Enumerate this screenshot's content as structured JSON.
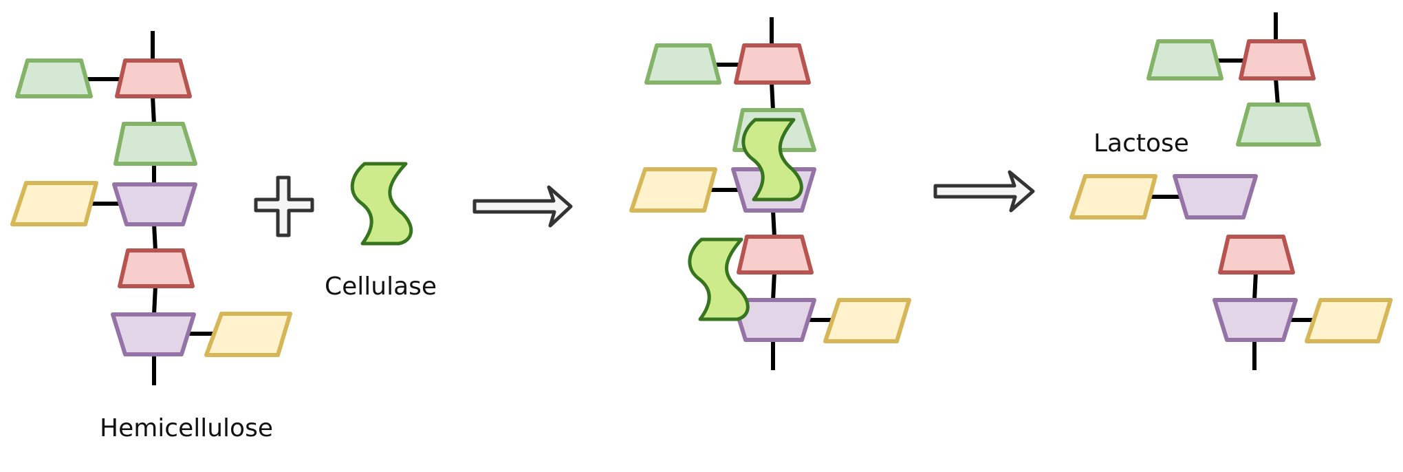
{
  "labels": {
    "hemicellulose": "Hemicellulose",
    "cellulase": "Cellulase",
    "lactose": "Lactose"
  },
  "colors": {
    "green_fill": "#d5e8d4",
    "green_stroke": "#82b366",
    "red_fill": "#f8cecc",
    "red_stroke": "#b85450",
    "purple_fill": "#e1d5e7",
    "purple_stroke": "#9673a6",
    "yellow_fill": "#fff2cc",
    "yellow_stroke": "#d6b656",
    "enzyme_fill": "#cdeb8b",
    "enzyme_stroke": "#36741f",
    "arrow_fill": "#f5f5f5",
    "arrow_stroke": "#333333",
    "bond": "#000000"
  },
  "icons": [
    "plus-icon",
    "reaction-arrow-icon",
    "cellulase-enzyme-icon"
  ]
}
